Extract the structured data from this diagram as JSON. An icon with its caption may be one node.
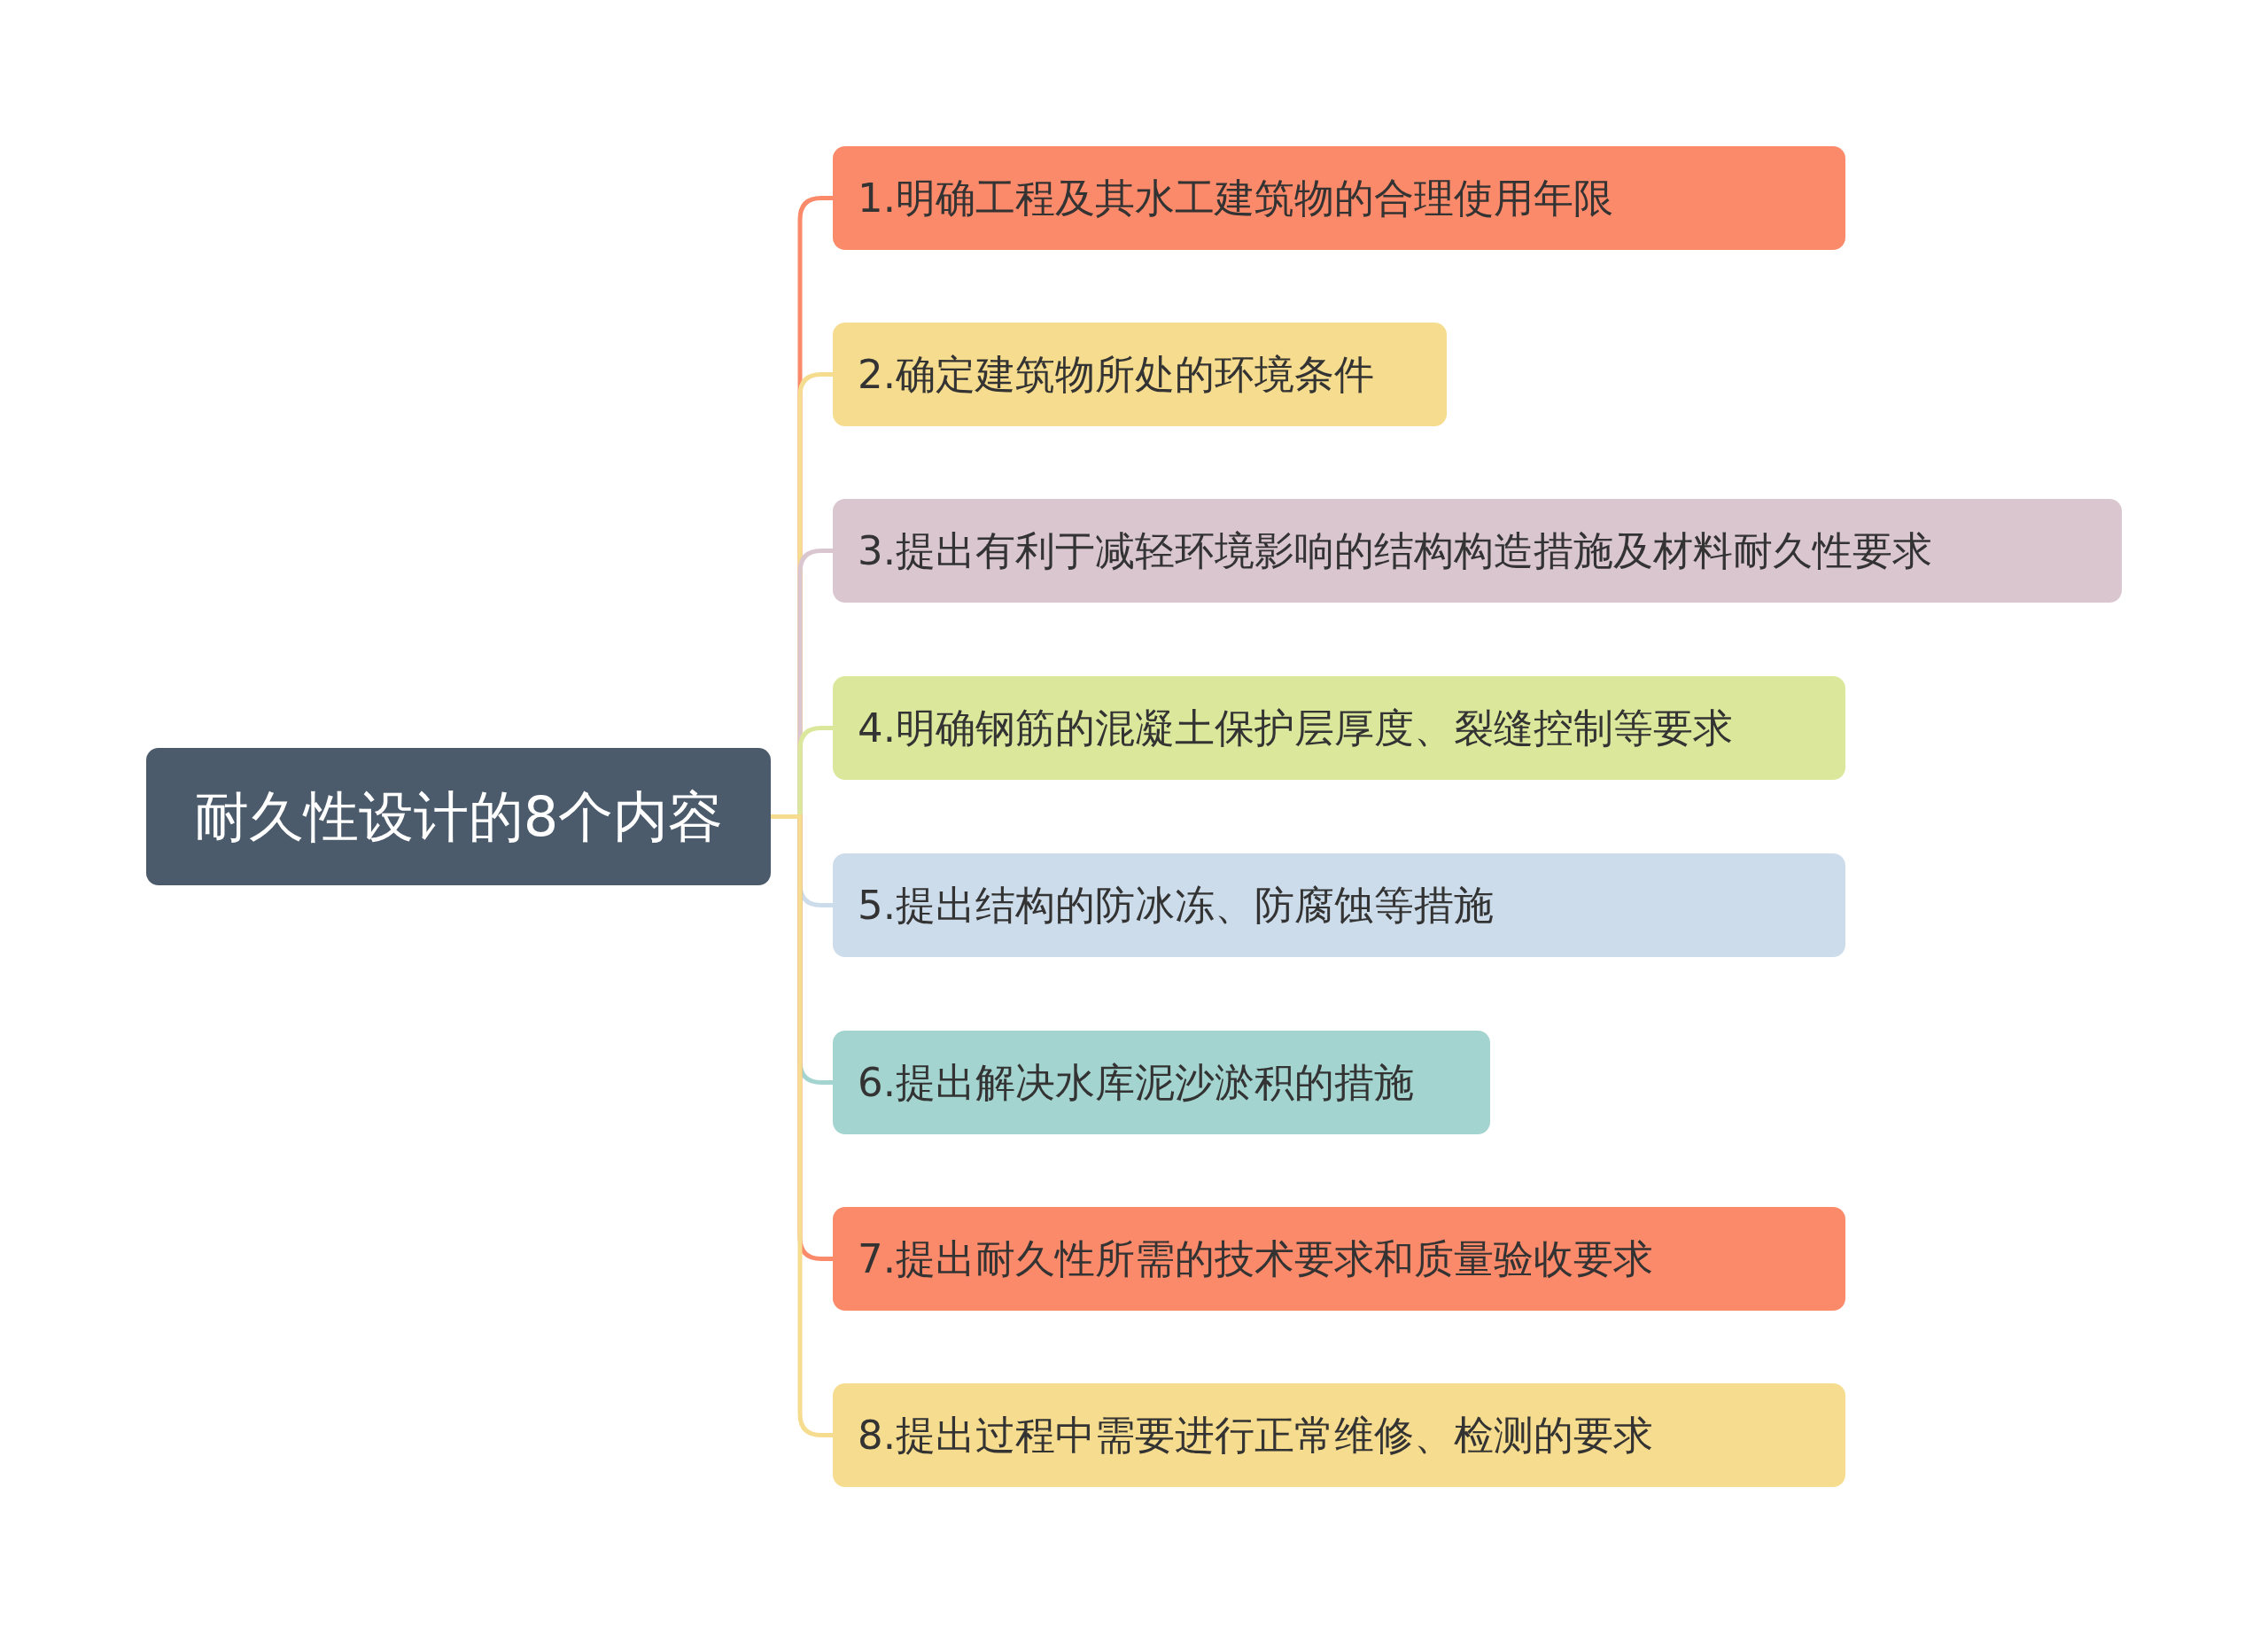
{
  "diagram": {
    "nodes": [
      {
        "text": [
          "耐久性设计的8个内容"
        ]
      },
      {
        "text": [
          "1.明确工程及其水工建筑物的合理使用年限"
        ]
      },
      {
        "text": [
          "2.确定建筑物所处的环境条件"
        ]
      },
      {
        "text": [
          "3.提出有利于减轻环境影响的结构构造措施及材料耐久性要求"
        ]
      },
      {
        "text": [
          "4.明确钢筋的混凝土保护层厚度、裂缝控制等要求"
        ]
      },
      {
        "text": [
          "5.提出结构的防冰冻、防腐蚀等措施"
        ]
      },
      {
        "text": [
          "6.提出解决水库泥沙淤积的措施"
        ]
      },
      {
        "text": [
          "7.提出耐久性所需的技术要求和质量验收要求"
        ]
      },
      {
        "text": [
          "8.提出过程中需要进行正常维修、检测的要求"
        ]
      }
    ],
    "edges": [
      {
        "from": 0,
        "to": 1,
        "arrow": "none",
        "color": "#fb8a6a"
      },
      {
        "from": 0,
        "to": 2,
        "arrow": "none",
        "color": "#f6dc8e"
      },
      {
        "from": 0,
        "to": 3,
        "arrow": "none",
        "color": "#dac6cf"
      },
      {
        "from": 0,
        "to": 4,
        "arrow": "none",
        "color": "#dbe89b"
      },
      {
        "from": 0,
        "to": 5,
        "arrow": "none",
        "color": "#cddcea"
      },
      {
        "from": 0,
        "to": 6,
        "arrow": "none",
        "color": "#a4d4cf"
      },
      {
        "from": 0,
        "to": 7,
        "arrow": "none",
        "color": "#fb8a6a"
      },
      {
        "from": 0,
        "to": 8,
        "arrow": "none",
        "color": "#f6dc8e"
      }
    ]
  }
}
